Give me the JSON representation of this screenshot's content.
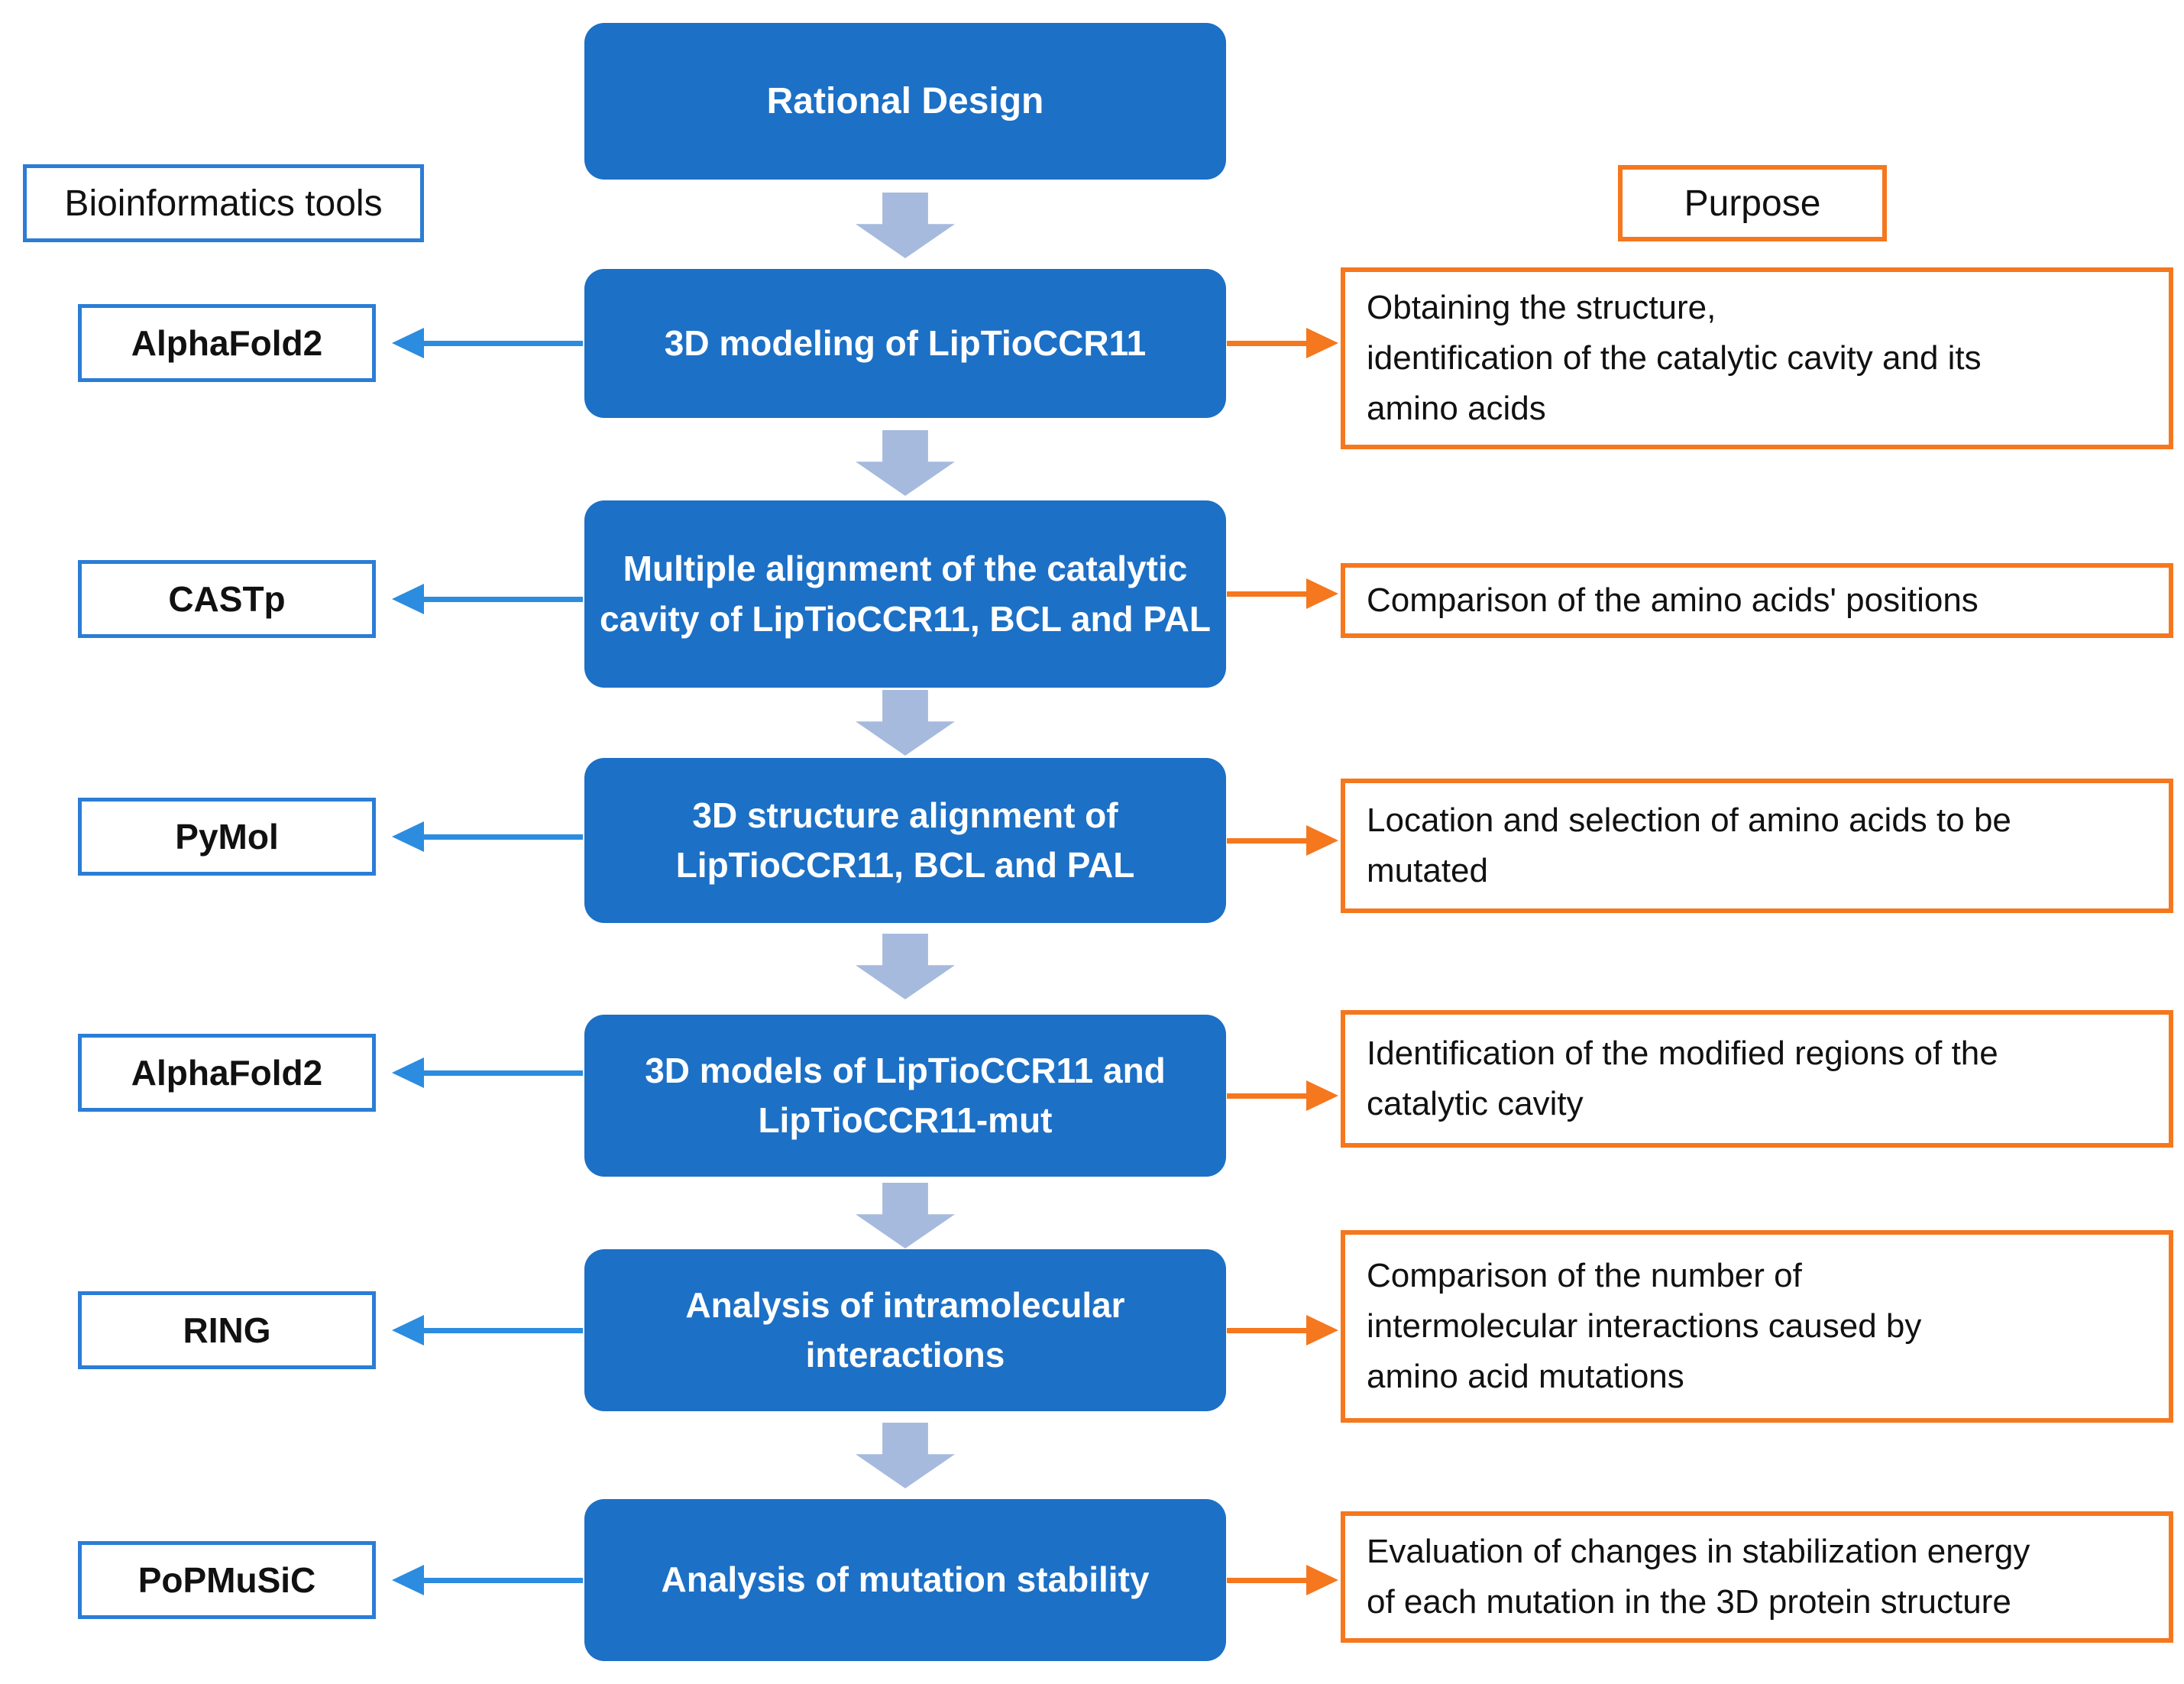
{
  "title": "Rational Design",
  "column_labels": {
    "left": "Bioinformatics tools",
    "right": "Purpose"
  },
  "colors": {
    "blue": "#1c70c6",
    "toolBorder": "#2b7dd6",
    "arrowBlue": "#2b8ce0",
    "downArrow": "#a6bade",
    "orange": "#f5771e",
    "text": "#111111"
  },
  "icons": {
    "down_arrow": "block-down-arrow",
    "tool_arrow": "left-arrow",
    "purpose_arrow": "right-arrow"
  },
  "rows": [
    {
      "tool": "AlphaFold2",
      "step": "3D modeling of LipTioCCR11",
      "purpose": "Obtaining the structure,\nidentification of the catalytic cavity and its\namino acids"
    },
    {
      "tool": "CASTp",
      "step": "Multiple alignment of the catalytic\ncavity of LipTioCCR11, BCL and PAL",
      "purpose": "Comparison of the amino acids' positions"
    },
    {
      "tool": "PyMol",
      "step": "3D structure alignment of\nLipTioCCR11, BCL and PAL",
      "purpose": "Location and selection of amino acids to be\nmutated"
    },
    {
      "tool": "AlphaFold2",
      "step": "3D models of LipTioCCR11 and\nLipTioCCR11-mut",
      "purpose": "Identification of the modified regions of the\ncatalytic cavity"
    },
    {
      "tool": "RING",
      "step": "Analysis of intramolecular\ninteractions",
      "purpose": "Comparison of the number of\nintermolecular interactions caused by\namino acid mutations"
    },
    {
      "tool": "PoPMuSiC",
      "step": "Analysis of mutation stability",
      "purpose": "Evaluation of changes in stabilization energy\nof each mutation in the 3D protein structure"
    }
  ]
}
